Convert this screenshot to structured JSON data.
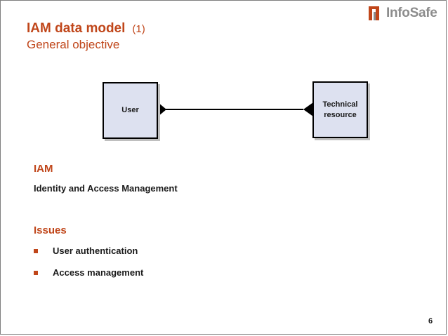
{
  "header": {
    "title": "IAM data model",
    "title_number": "(1)",
    "subtitle": "General objective"
  },
  "logo": {
    "text": "InfoSafe",
    "accent_color": "#c0461a",
    "text_color": "#8c8c8c"
  },
  "diagram": {
    "entity_left": "User",
    "entity_right_line1": "Technical",
    "entity_right_line2": "resource"
  },
  "iam_section": {
    "heading": "IAM",
    "text": "Identity and Access Management"
  },
  "issues_section": {
    "heading": "Issues",
    "items": [
      "User authentication",
      "Access management"
    ]
  },
  "page_number": "6",
  "colors": {
    "accent": "#c0461a",
    "entity_fill": "#dde1f0"
  }
}
